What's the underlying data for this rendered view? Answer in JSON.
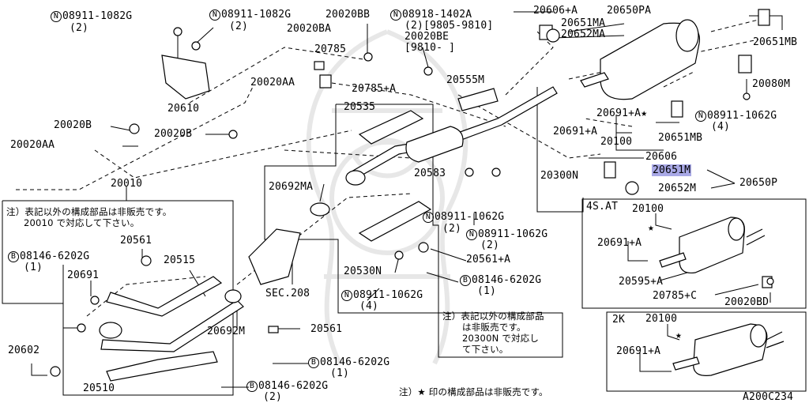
{
  "parts": {
    "p_08911_1082g_a": "08911-1082G",
    "p_08911_1082g_a_qty": "(2)",
    "p_08911_1082g_b": "08911-1082G",
    "p_08911_1082g_b_qty": "(2)",
    "p_20020bb": "20020BB",
    "p_08918_1402a": "08918-1402A",
    "p_08918_1402a_note": "(2)[9805-9810]",
    "p_20020be": "20020BE",
    "p_20020be_note": "[9810-    ]",
    "p_20606_plus_a": "20606+A",
    "p_20650pa": "20650PA",
    "p_20651ma": "20651MA",
    "p_20652ma": "20652MA",
    "p_20651mb_top": "20651MB",
    "p_20020ba": "20020BA",
    "p_20785": "20785",
    "p_20785_plus_a": "20785+A",
    "p_20555m": "20555M",
    "p_20080m": "20080M",
    "p_20020aa": "20020AA",
    "p_20610": "20610",
    "p_20535": "20535",
    "p_20691_plus_a_top": "20691+A",
    "p_08911_1062g_top": "08911-1062G",
    "p_08911_1062g_top_qty": "(4)",
    "p_20020b_a": "20020B",
    "p_20020b_b": "20020B",
    "p_20020aa_left": "20020AA",
    "p_20691_plus_a_mid": "20691+A",
    "p_20651mb_mid": "20651MB",
    "p_20100": "20100",
    "p_20606": "20606",
    "p_20651m": "20651M",
    "p_20300n": "20300N",
    "p_20583": "20583",
    "p_20652m": "20652M",
    "p_20650p": "20650P",
    "p_20010": "20010",
    "p_20692ma": "20692MA",
    "p_08911_1062g_2a": "08911-1062G",
    "p_08911_1062g_2a_qty": "(2)",
    "p_08911_1062g_2b": "08911-1062G",
    "p_08911_1062g_2b_qty": "(2)",
    "p_20561_a": "20561",
    "p_08146_6202g_a": "08146-6202G",
    "p_08146_6202g_a_qty": "(1)",
    "p_20515": "20515",
    "p_20691": "20691",
    "p_20561_plus_a": "20561+A",
    "p_20530n": "20530N",
    "p_08146_6202g_b": "08146-6202G",
    "p_08146_6202g_b_qty": "(1)",
    "p_sec208": "SEC.208",
    "p_08911_1062g_4": "08911-1062G",
    "p_08911_1062g_4_qty": "(4)",
    "p_20692m": "20692M",
    "p_20561_b": "20561",
    "p_20602": "20602",
    "p_08146_6202g_c": "08146-6202G",
    "p_08146_6202g_c_qty": "(1)",
    "p_20510": "20510",
    "p_08146_6202g_d": "08146-6202G",
    "p_08146_6202g_d_qty": "(2)"
  },
  "circle_marks": {
    "n": "N",
    "b": "B"
  },
  "notes": {
    "left_note_line1": "注）表記以外の構成部品は非販売です。",
    "left_note_line2": "20010 で対応して下さい。",
    "right_note_line1": "注）表記以外の構成部品",
    "right_note_line2": "は非販売です。",
    "right_note_line3": "20300N で対応し",
    "right_note_line4": "て下さい。",
    "bottom_note": "注）★ 印の構成部品は非販売です。"
  },
  "inset_4sat": {
    "title": "4S.AT",
    "p_20100": "20100",
    "p_20691_plus_a": "20691+A",
    "p_20595_plus_a": "20595+A",
    "p_20785_plus_c": "20785+C",
    "p_20020bd": "20020BD"
  },
  "inset_2k": {
    "title": "2K",
    "p_20100": "20100",
    "p_20691_plus_a": "20691+A"
  },
  "star_mark": "★",
  "diagram_code": "A200C234",
  "highlight_color": "#a9a9e6"
}
